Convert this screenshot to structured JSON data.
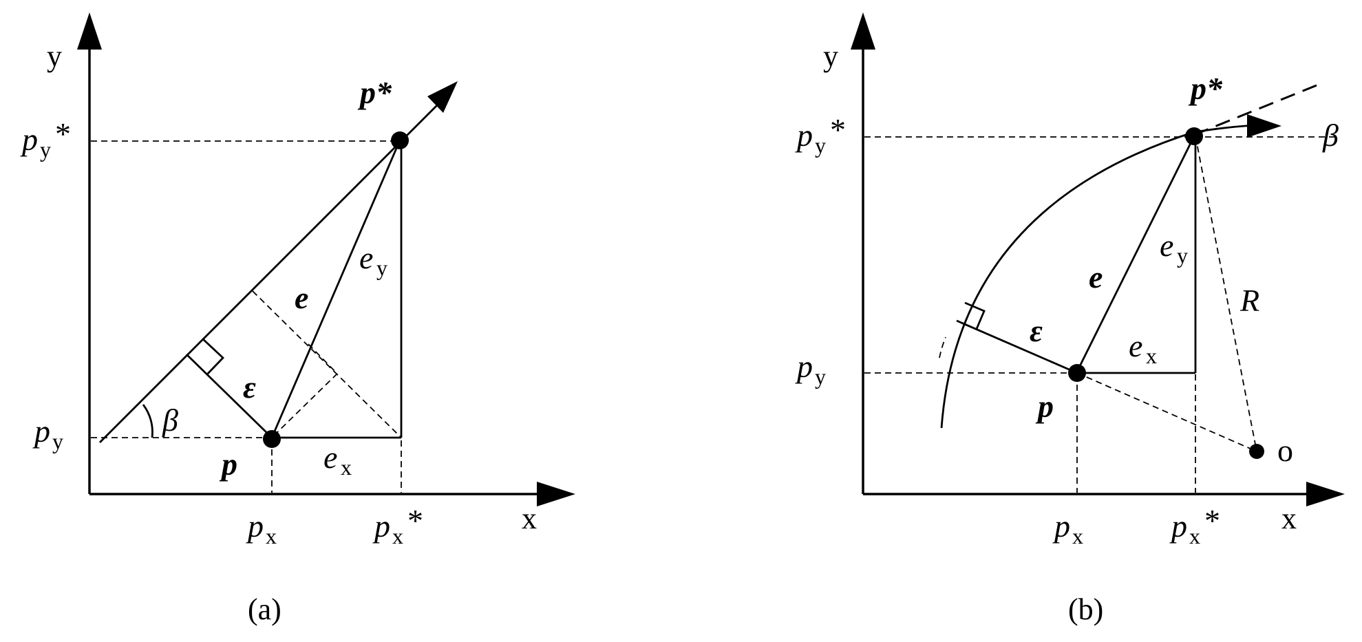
{
  "panel_a": {
    "axis_y": "y",
    "axis_x": "x",
    "point_target": "p*",
    "point_current": "p",
    "error_vec": "e",
    "eps": "ε",
    "beta": "β",
    "ey_main": "e",
    "ey_sub": "y",
    "ex_main": "e",
    "ex_sub": "x",
    "pys_main": "p",
    "pys_sub": "y",
    "pys_star": "*",
    "py_main": "p",
    "py_sub": "y",
    "px_main": "p",
    "px_sub": "x",
    "pxs_main": "p",
    "pxs_sub": "x",
    "pxs_star": "*",
    "caption": "(a)"
  },
  "panel_b": {
    "axis_y": "y",
    "axis_x": "x",
    "point_target": "p*",
    "point_current": "p",
    "error_vec": "e",
    "eps": "ε",
    "beta": "β",
    "radius": "R",
    "center": "o",
    "ey_main": "e",
    "ey_sub": "y",
    "ex_main": "e",
    "ex_sub": "x",
    "pys_main": "p",
    "pys_sub": "y",
    "pys_star": "*",
    "py_main": "p",
    "py_sub": "y",
    "px_main": "p",
    "px_sub": "x",
    "pxs_main": "p",
    "pxs_sub": "x",
    "pxs_star": "*",
    "caption": "(b)"
  }
}
